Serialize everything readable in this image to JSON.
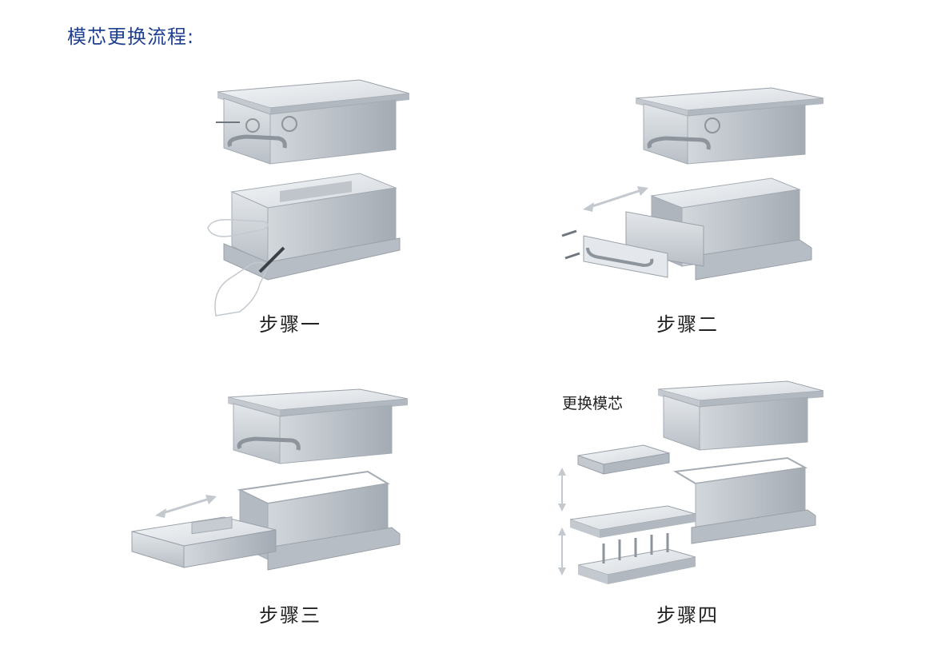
{
  "page_title": "模芯更换流程:",
  "steps": [
    {
      "label": "步骤一"
    },
    {
      "label": "步骤二"
    },
    {
      "label": "步骤三"
    },
    {
      "label": "步骤四",
      "annotation": "更换模芯"
    }
  ],
  "colors": {
    "title": "#1f3f8f",
    "metal_light": "#e9ecef",
    "metal_mid": "#c9ced4",
    "metal_dark": "#9aa1a9"
  }
}
